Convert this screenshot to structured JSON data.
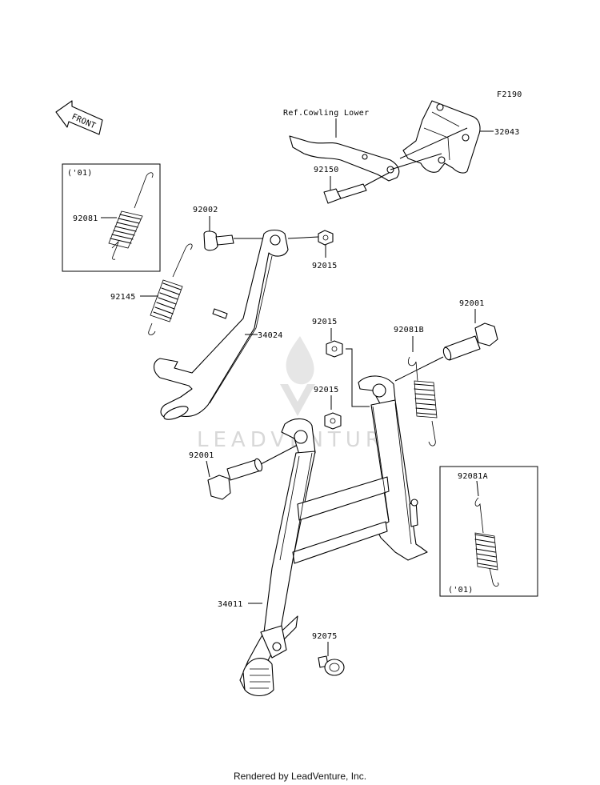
{
  "figure_code": "F2190",
  "front_arrow_text": "FRONT",
  "watermark_text": "LEADVENTURE",
  "footer_text": "Rendered by LeadVenture, Inc.",
  "callouts": {
    "ref_cowling_lower": "Ref.Cowling Lower",
    "p32043": "32043",
    "p92150": "92150",
    "p92002": "92002",
    "p92015_top": "92015",
    "p92145": "92145",
    "p34024": "34024",
    "p92001_right": "92001",
    "p92015_mid": "92015",
    "p92081b": "92081B",
    "p92015_low": "92015",
    "p92001_left": "92001",
    "p34011": "34011",
    "p92075": "92075",
    "p92081": "92081",
    "p92081a": "92081A"
  },
  "inset_boxes": {
    "upper_left_note": "('01)",
    "lower_right_note": "('01)"
  },
  "colors": {
    "line": "#000000",
    "background": "#ffffff",
    "watermark": "#d8d8d8"
  }
}
